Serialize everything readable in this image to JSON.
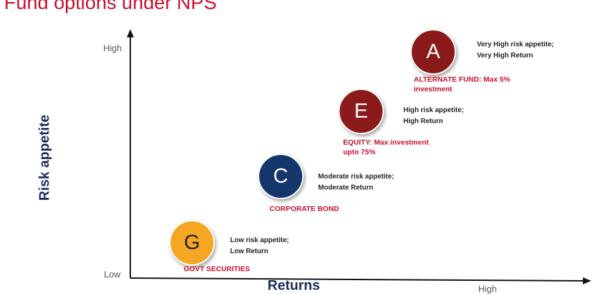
{
  "title": "Fund options under NPS",
  "axes": {
    "y_title": "Risk appetite",
    "x_title": "Returns",
    "y_high": "High",
    "y_low": "Low",
    "x_high": "High"
  },
  "colors": {
    "title": "#c8102e",
    "axis_title": "#1f2a5e",
    "fund_label": "#c8102e"
  },
  "funds": [
    {
      "letter": "A",
      "color": "#8b1a1a",
      "desc": [
        "Very High risk appetite;",
        "Very High Return"
      ],
      "label": [
        "ALTERNATE FUND: Max 5%",
        "investment"
      ]
    },
    {
      "letter": "E",
      "color": "#8b1a1a",
      "desc": [
        "High risk appetite;",
        "High Return"
      ],
      "label": [
        "EQUITY: Max investment",
        "upto 75%"
      ]
    },
    {
      "letter": "C",
      "color": "#14366b",
      "desc": [
        "Moderate risk appetite;",
        "Moderate Return"
      ],
      "label": [
        "CORPORATE BOND"
      ]
    },
    {
      "letter": "G",
      "color": "#f5a623",
      "desc": [
        "Low risk appetite;",
        "Low Return"
      ],
      "label": [
        "GOVT SECURITIES"
      ]
    }
  ]
}
